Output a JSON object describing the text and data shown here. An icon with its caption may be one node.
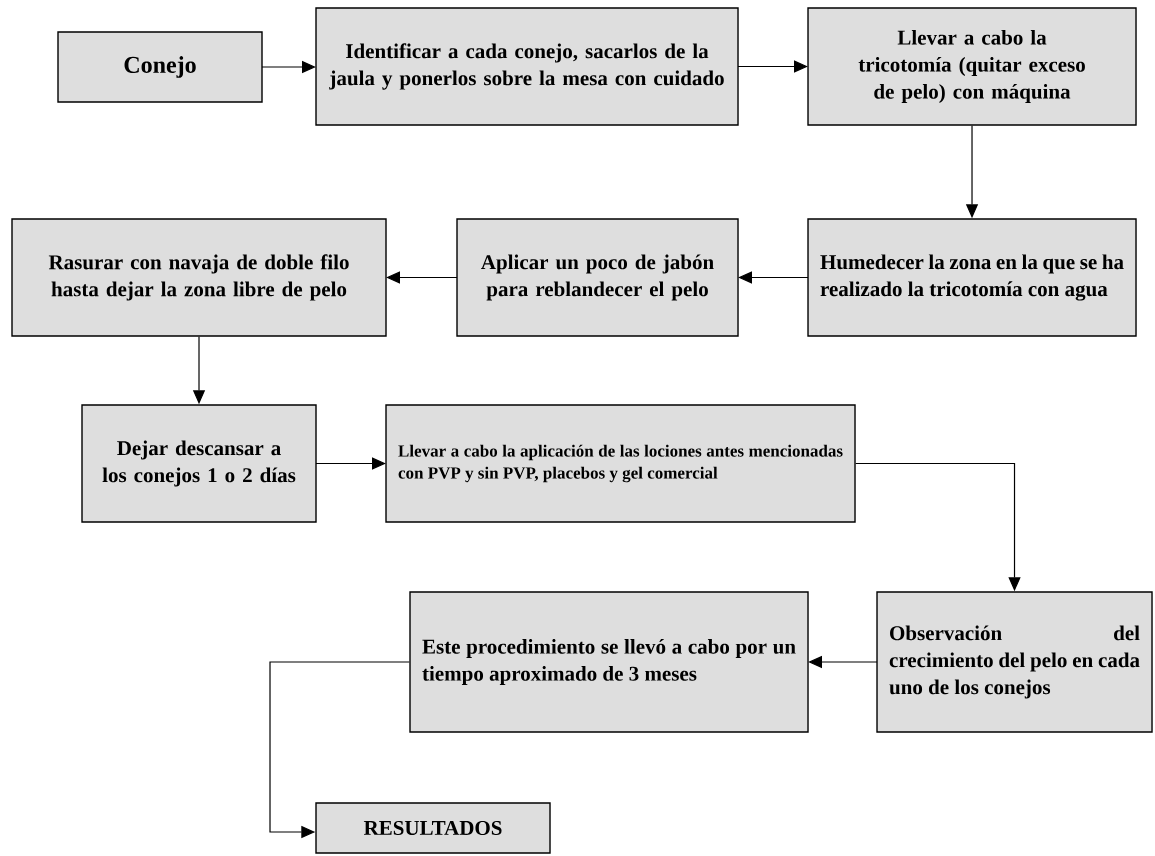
{
  "diagram": {
    "nodes": [
      {
        "text": [
          "Conejo"
        ]
      },
      {
        "text": [
          "Identificar a cada conejo, sacarlos de la jaula y ponerlos sobre la mesa con cuidado"
        ]
      },
      {
        "text": [
          "Llevar a cabo la tricotomía (quitar exceso de pelo) con máquina"
        ]
      },
      {
        "text": [
          "Humedecer la zona en la que se ha realizado la tricotomía con agua"
        ]
      },
      {
        "text": [
          "Aplicar un poco de jabón para reblandecer el pelo"
        ]
      },
      {
        "text": [
          "Rasurar con navaja de doble filo hasta dejar la zona libre de pelo"
        ]
      },
      {
        "text": [
          "Dejar descansar a los conejos 1 o 2 días"
        ]
      },
      {
        "text": [
          "Llevar a cabo la aplicación de las lociones antes mencionadas con PVP y sin PVP, placebos y gel comercial"
        ]
      },
      {
        "text": [
          "Observación del crecimiento del pelo en cada uno de los conejos"
        ]
      },
      {
        "text": [
          "Este procedimiento se llevó a cabo por un tiempo aproximado de 3 meses"
        ]
      },
      {
        "text": [
          "RESULTADOS"
        ]
      }
    ],
    "edges": [
      {
        "from": 0,
        "to": 1,
        "arrow": "to"
      },
      {
        "from": 1,
        "to": 2,
        "arrow": "to"
      },
      {
        "from": 2,
        "to": 3,
        "arrow": "to"
      },
      {
        "from": 3,
        "to": 4,
        "arrow": "to"
      },
      {
        "from": 4,
        "to": 5,
        "arrow": "to"
      },
      {
        "from": 5,
        "to": 6,
        "arrow": "to"
      },
      {
        "from": 6,
        "to": 7,
        "arrow": "to"
      },
      {
        "from": 7,
        "to": 8,
        "arrow": "to"
      },
      {
        "from": 8,
        "to": 9,
        "arrow": "to"
      },
      {
        "from": 9,
        "to": 10,
        "arrow": "to"
      }
    ]
  }
}
